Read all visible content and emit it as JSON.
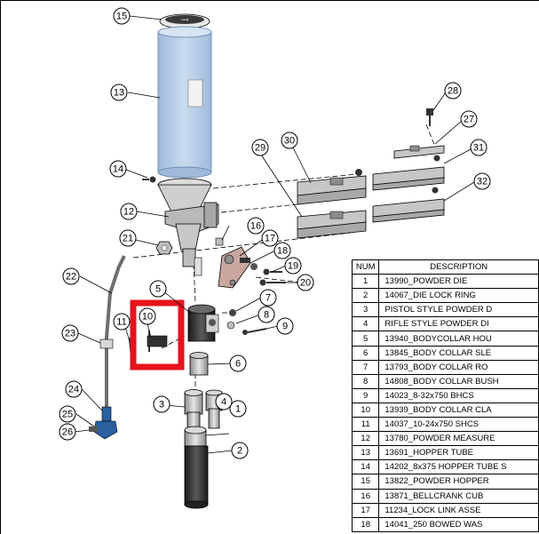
{
  "callouts": [
    "1",
    "2",
    "3",
    "4",
    "5",
    "6",
    "7",
    "8",
    "9",
    "10",
    "11",
    "12",
    "13",
    "14",
    "15",
    "16",
    "17",
    "18",
    "19",
    "20",
    "21",
    "22",
    "23",
    "24",
    "25",
    "26",
    "27",
    "28",
    "29",
    "30",
    "31",
    "32"
  ],
  "bom": {
    "headers": {
      "num": "NUM",
      "desc": "DESCRIPTION"
    },
    "rows": [
      {
        "num": "1",
        "desc": "13990_POWDER DIE"
      },
      {
        "num": "2",
        "desc": "14067_DIE LOCK RING"
      },
      {
        "num": "3",
        "desc": "PISTOL STYLE POWDER D"
      },
      {
        "num": "4",
        "desc": "RIFLE STYLE POWDER DI"
      },
      {
        "num": "5",
        "desc": "13940_BODYCOLLAR HOU"
      },
      {
        "num": "6",
        "desc": "13845_BODY COLLAR SLE"
      },
      {
        "num": "7",
        "desc": "13793_BODY COLLAR RO"
      },
      {
        "num": "8",
        "desc": "14808_BODY COLLAR BUSH"
      },
      {
        "num": "9",
        "desc": "14023_8-32x750 BHCS"
      },
      {
        "num": "10",
        "desc": "13939_BODY COLLAR CLA"
      },
      {
        "num": "11",
        "desc": "14037_10-24x750 SHCS"
      },
      {
        "num": "12",
        "desc": "13780_POWDER MEASURE"
      },
      {
        "num": "13",
        "desc": "13691_HOPPER TUBE"
      },
      {
        "num": "14",
        "desc": "14202_8x375 HOPPER TUBE S"
      },
      {
        "num": "15",
        "desc": "13822_POWDER HOPPER"
      },
      {
        "num": "16",
        "desc": "13871_BELLCRANK CUB"
      },
      {
        "num": "17",
        "desc": "11234_LOCK LINK ASSE"
      },
      {
        "num": "18",
        "desc": "14041_250 BOWED WAS"
      }
    ]
  },
  "colors": {
    "highlight": "#e8121b",
    "hopper_tube": "#b6cde6",
    "part_gray": "#bfbfbf",
    "knob_blue": "#2a5fa0"
  },
  "icons": [
    "logo-mark"
  ]
}
